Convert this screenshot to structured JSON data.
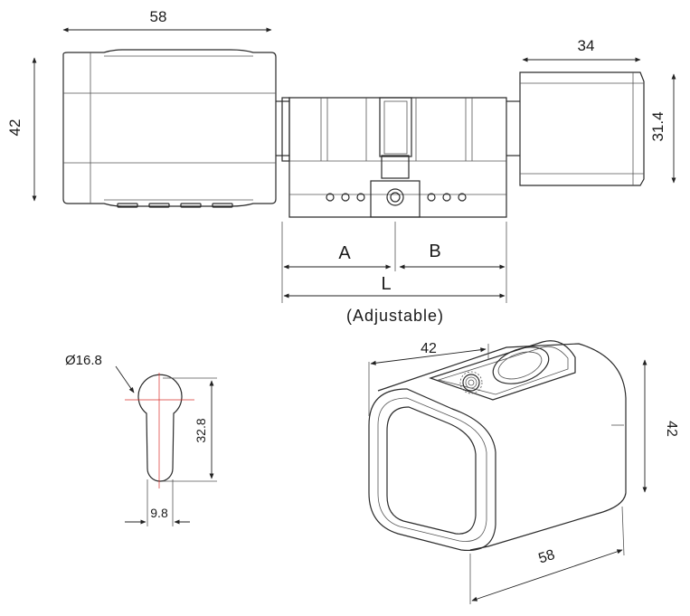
{
  "side_view": {
    "knob_width": "58",
    "knob_height": "42",
    "thumbturn_width": "34",
    "thumbturn_height": "31.4",
    "label_a": "A",
    "label_b": "B",
    "label_l": "L",
    "adjustable_note": "(Adjustable)"
  },
  "cam_profile": {
    "diameter": "Ø16.8",
    "height": "32.8",
    "width": "9.8"
  },
  "iso_view": {
    "width": "42",
    "height": "42",
    "depth": "58"
  },
  "colors": {
    "line": "#2a2a2a",
    "centerline": "#d9302b"
  }
}
